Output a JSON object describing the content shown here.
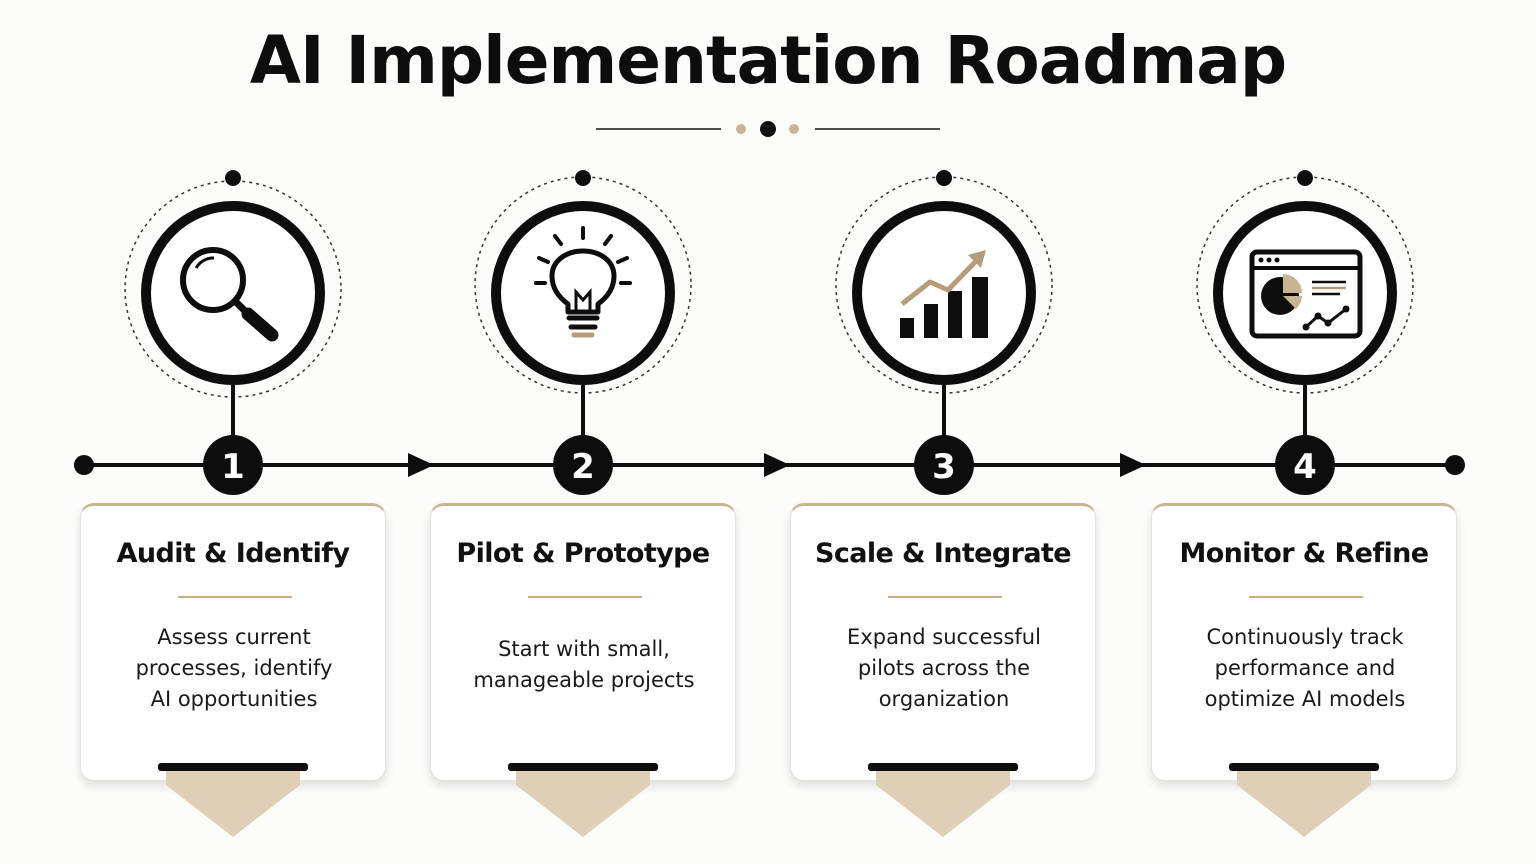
{
  "title": "AI Implementation Roadmap",
  "steps": [
    {
      "number": "1",
      "title": "Audit & Identify",
      "description": [
        "Assess current",
        "processes, identify",
        "AI opportunities"
      ],
      "icon": "magnifying-glass-icon"
    },
    {
      "number": "2",
      "title": "Pilot & Prototype",
      "description": [
        "Start with small,",
        "manageable projects"
      ],
      "icon": "lightbulb-icon"
    },
    {
      "number": "3",
      "title": "Scale & Integrate",
      "description": [
        "Expand successful",
        "pilots across the",
        "organization"
      ],
      "icon": "growth-chart-icon"
    },
    {
      "number": "4",
      "title": "Monitor & Refine",
      "description": [
        "Continuously track",
        "performance and",
        "optimize AI models"
      ],
      "icon": "analytics-dashboard-icon"
    }
  ],
  "colors": {
    "dark": "#0d0d0d",
    "accent": "#c8b594",
    "tab_fill": "#dfcfb6",
    "background": "#fcfcfb"
  }
}
